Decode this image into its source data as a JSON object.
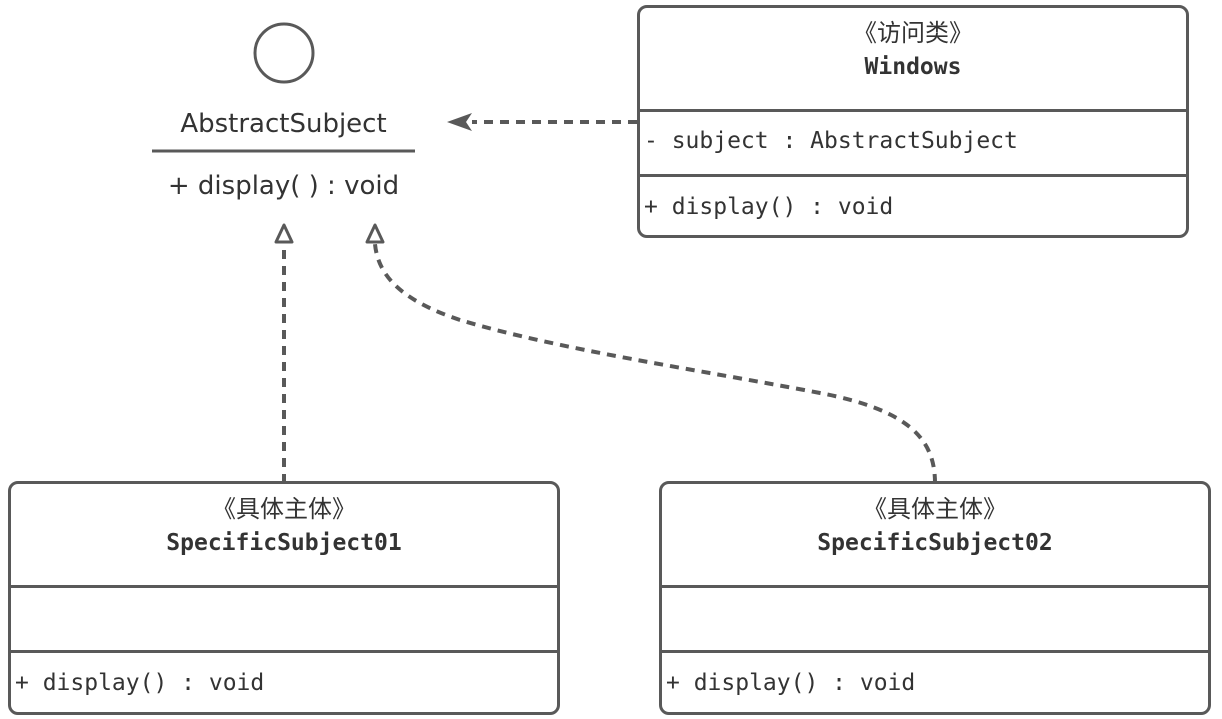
{
  "interface": {
    "name": "AbstractSubject",
    "operation": "+ display( ) : void"
  },
  "windows": {
    "stereotype": "《访问类》",
    "name": "Windows",
    "attribute": "- subject : AbstractSubject",
    "operation": "+ display() : void"
  },
  "subject01": {
    "stereotype": "《具体主体》",
    "name": "SpecificSubject01",
    "attribute": "",
    "operation": "+ display() : void"
  },
  "subject02": {
    "stereotype": "《具体主体》",
    "name": "SpecificSubject02",
    "attribute": "",
    "operation": "+ display() : void"
  },
  "colors": {
    "line": "#595959",
    "text": "#333333",
    "background": "#ffffff"
  }
}
